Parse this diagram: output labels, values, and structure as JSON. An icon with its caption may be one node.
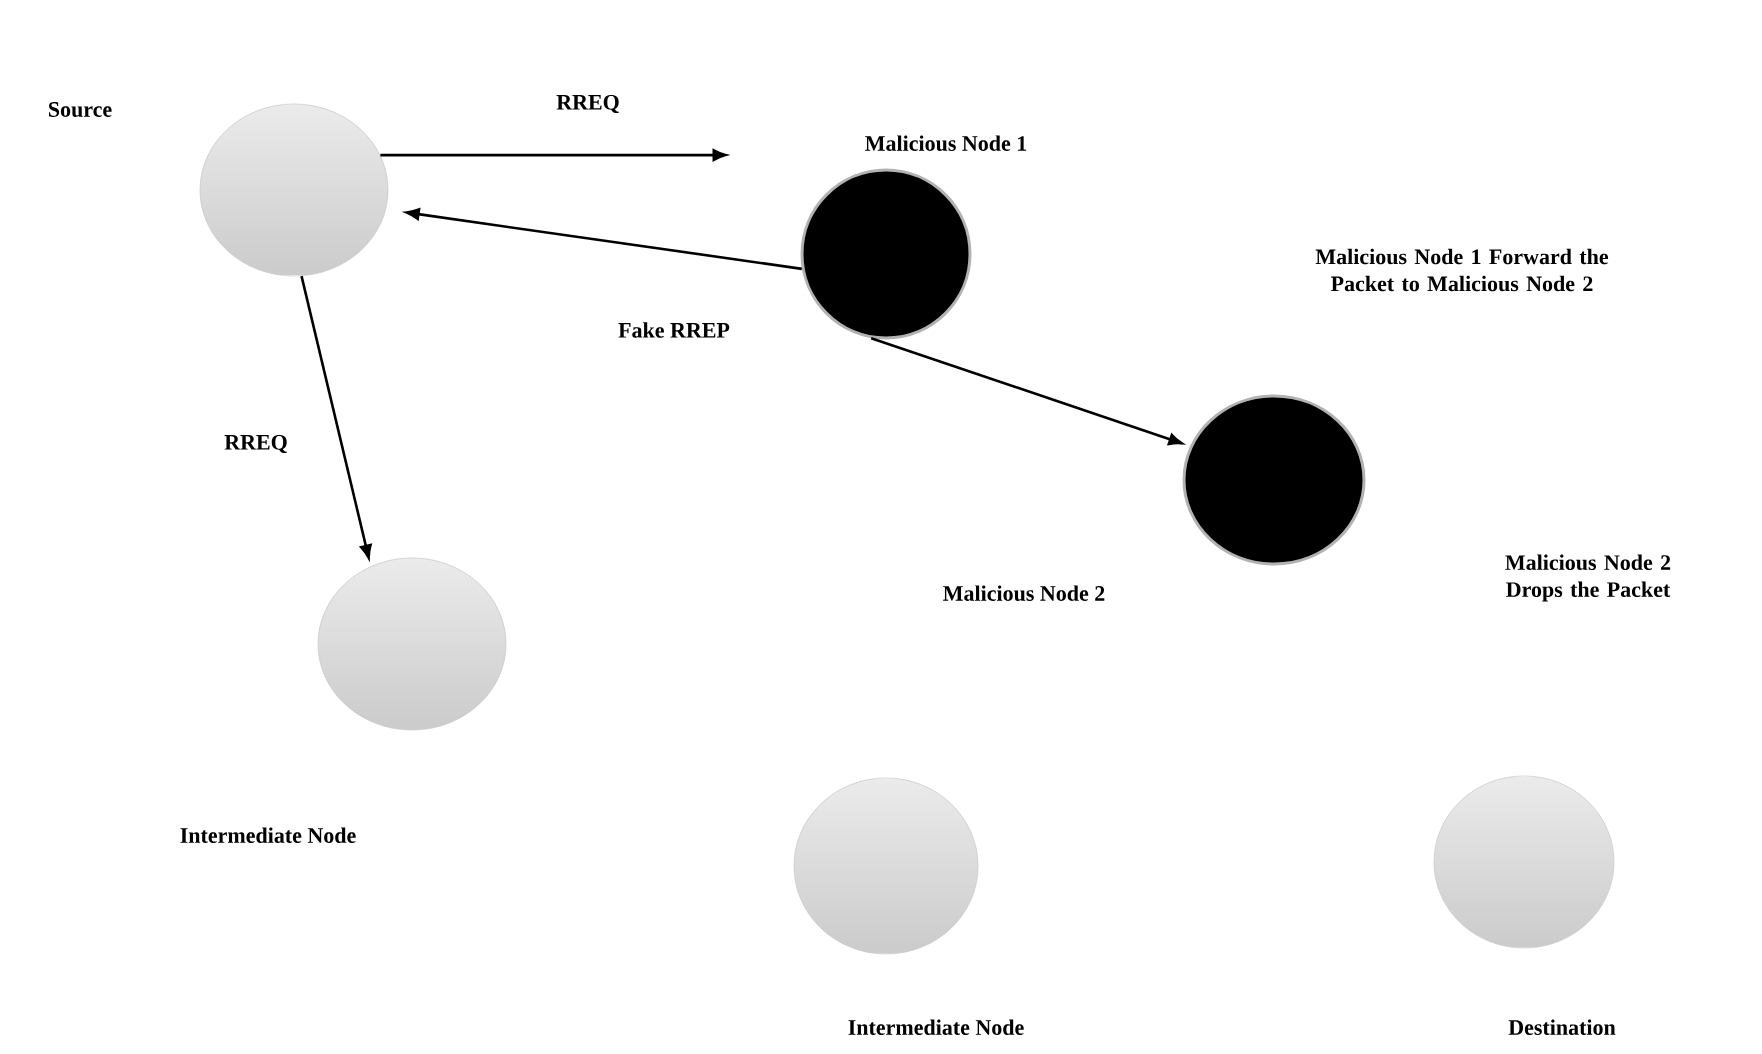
{
  "diagram": {
    "nodes": [
      {
        "text": [
          "Source"
        ]
      },
      {
        "text": [
          "Malicious Node 1"
        ]
      },
      {
        "text": [
          "Malicious Node 2"
        ]
      },
      {
        "text": [
          "Intermediate Node"
        ]
      },
      {
        "text": [
          "Intermediate Node"
        ]
      },
      {
        "text": [
          "Destination"
        ]
      }
    ],
    "edges": [
      {
        "from": 0,
        "to": 1,
        "arrow": "to",
        "label": "RREQ"
      },
      {
        "from": 1,
        "to": 0,
        "arrow": "to",
        "label": "Fake RREP"
      },
      {
        "from": 1,
        "to": 2,
        "arrow": "to"
      },
      {
        "from": 0,
        "to": 3,
        "arrow": "to",
        "label": "RREQ"
      }
    ],
    "labels": [
      "Malicious Node 1 Forward the Packet to Malicious Node 2",
      "Malicious Node 2 Drops the Packet"
    ]
  }
}
